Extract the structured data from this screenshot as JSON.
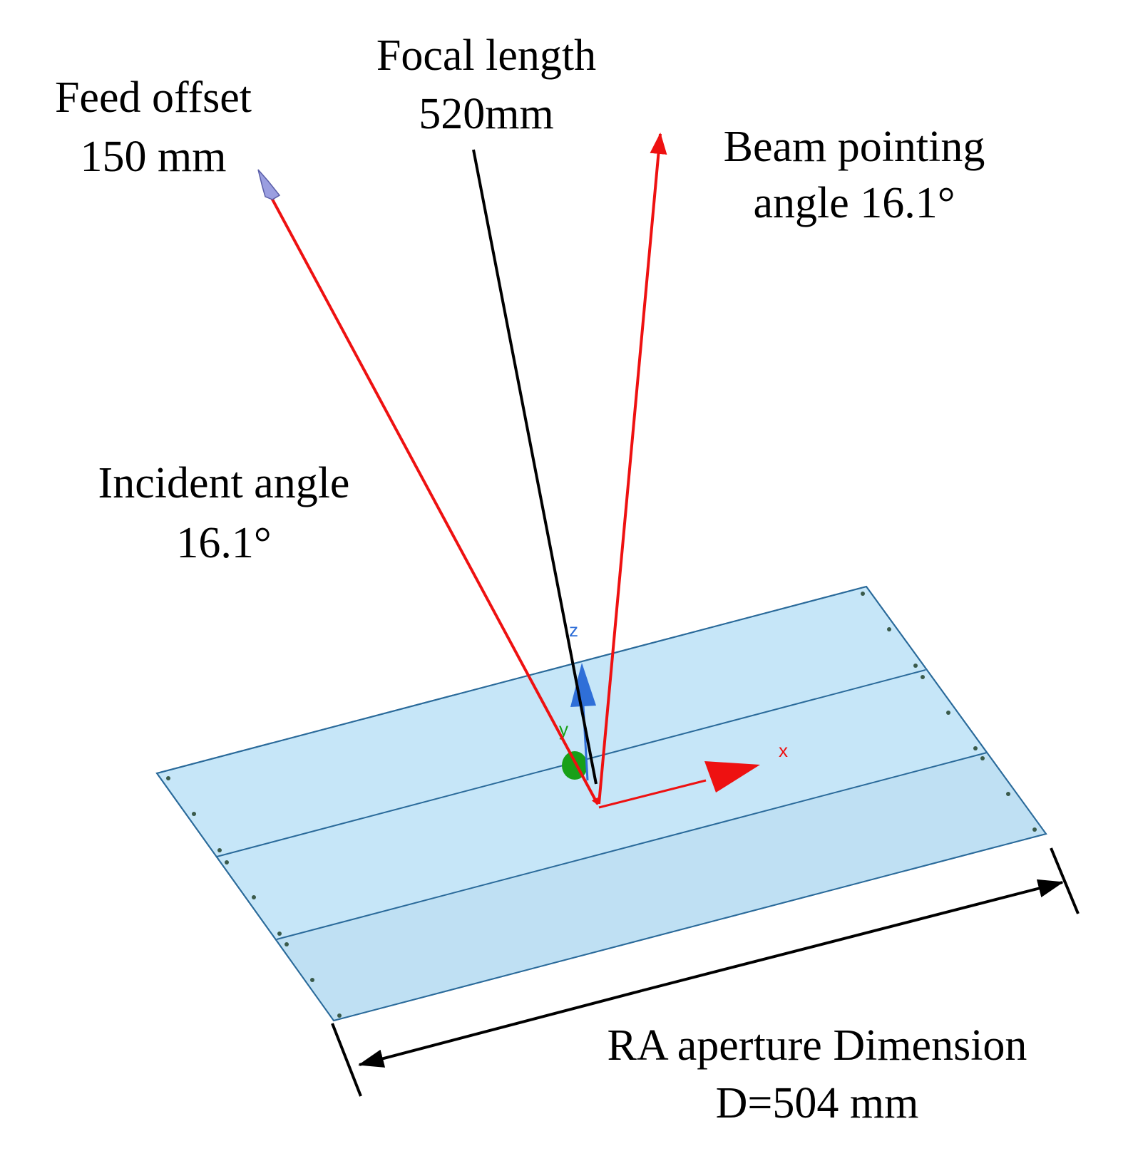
{
  "labels": {
    "focal_length": {
      "line1": "Focal length",
      "line2": "520mm"
    },
    "feed_offset": {
      "line1": "Feed offset",
      "line2": "150 mm"
    },
    "beam_pointing": {
      "line1": "Beam pointing",
      "line2": "angle 16.1°"
    },
    "incident_angle": {
      "line1": "Incident angle",
      "line2": "16.1°"
    },
    "aperture": {
      "line1": "RA aperture Dimension",
      "line2": "D=504 mm"
    }
  },
  "axes": {
    "x": "x",
    "y": "y",
    "z": "z"
  },
  "colors": {
    "ray": "#ee1111",
    "focal_line": "#000000",
    "panel_fill": "#c6e6f8",
    "panel_edge": "#2a6a9a",
    "axis_x": "#ee1111",
    "axis_y": "#18a018",
    "axis_z": "#2f6fd8",
    "feed": "#9a9ee0"
  }
}
